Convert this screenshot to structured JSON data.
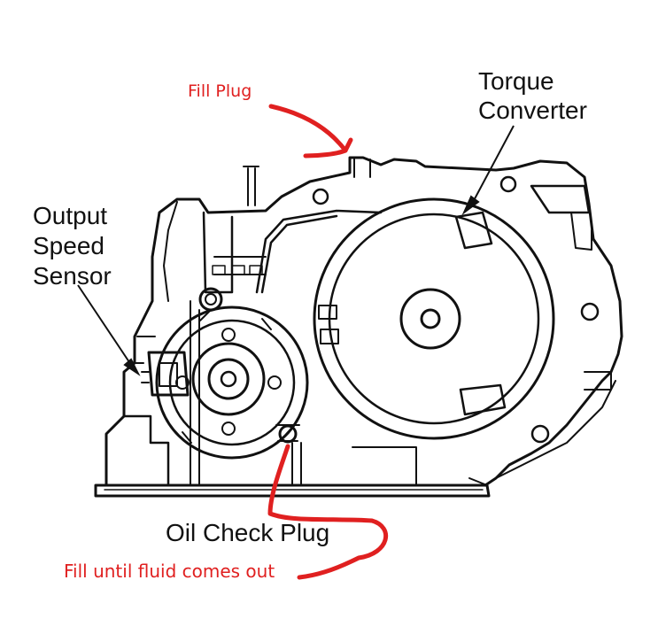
{
  "labels": {
    "torque_line1": "Torque",
    "torque_line2": "Converter",
    "output_line1": "Output",
    "output_line2": "Speed",
    "output_line3": "Sensor",
    "oil_check_plug": "Oil Check Plug",
    "fill_plug": "Fill Plug",
    "fill_note": "Fill until fluid comes out"
  },
  "colors": {
    "ink": "#111111",
    "annotation": "#e02020",
    "background": "#ffffff"
  }
}
